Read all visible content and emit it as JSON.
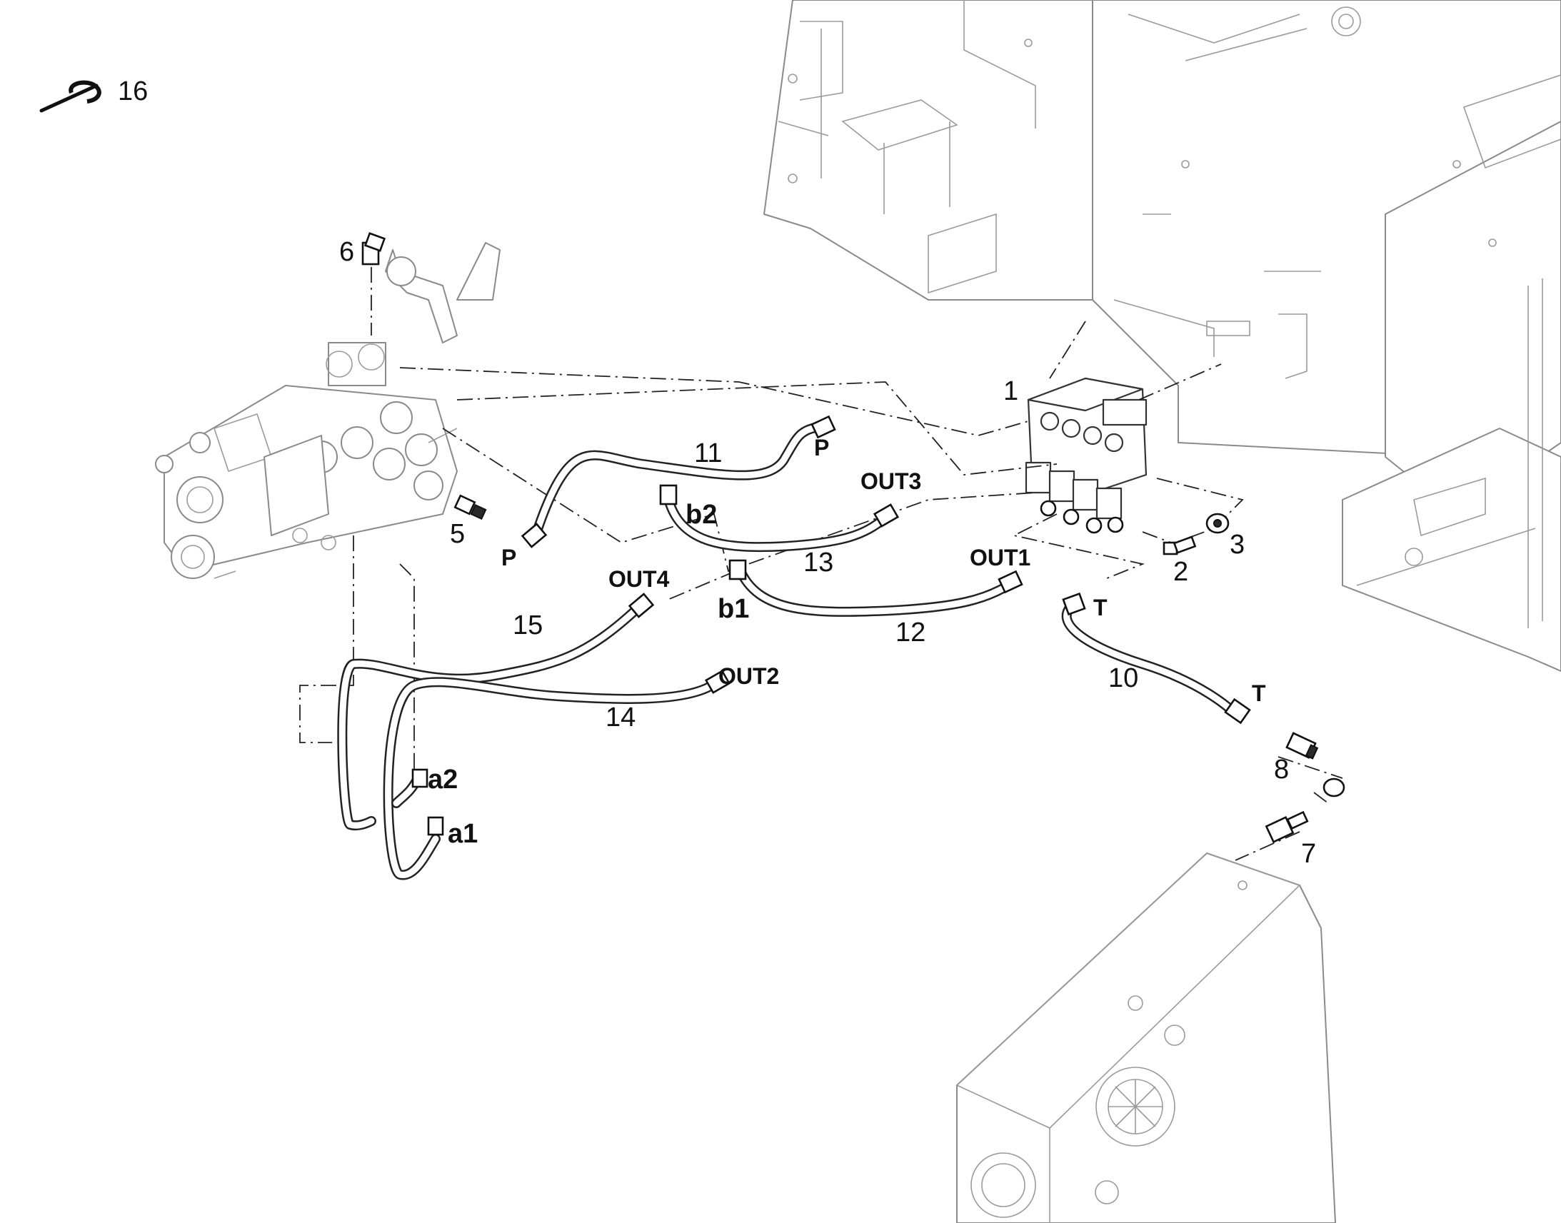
{
  "callouts": {
    "n1": "1",
    "n2": "2",
    "n3": "3",
    "n5": "5",
    "n6": "6",
    "n7": "7",
    "n8": "8",
    "n10": "10",
    "n11": "11",
    "n12": "12",
    "n13": "13",
    "n14": "14",
    "n15": "15",
    "n16": "16"
  },
  "ports": {
    "p_right": "P",
    "p_left": "P",
    "out1": "OUT1",
    "out2": "OUT2",
    "out3": "OUT3",
    "out4": "OUT4",
    "b1": "b1",
    "b2": "b2",
    "a1": "a1",
    "a2": "a2",
    "t_top": "T",
    "t_bottom": "T"
  }
}
